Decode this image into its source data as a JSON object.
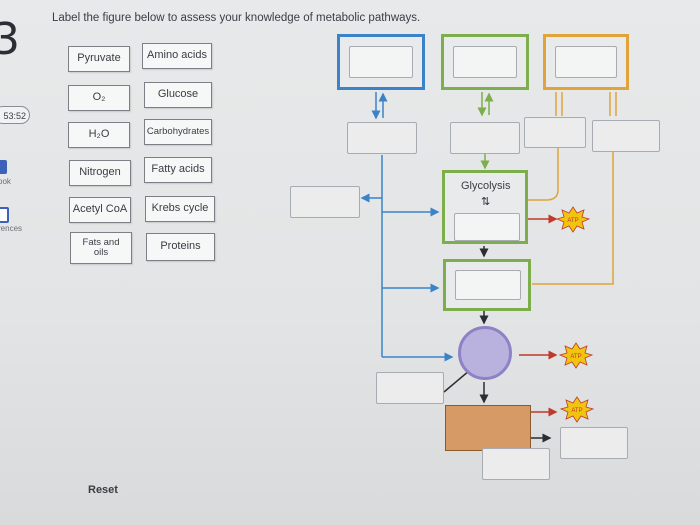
{
  "question": {
    "number": "3",
    "timer": "53:52"
  },
  "sidebar": {
    "book_label": "ook",
    "references_label": "rences"
  },
  "instructions": "Label the figure below to assess your knowledge of metabolic pathways.",
  "labels": [
    {
      "id": "pyruvate",
      "text": "Pyruvate"
    },
    {
      "id": "amino-acids",
      "text": "Amino acids"
    },
    {
      "id": "o2",
      "text": "O₂"
    },
    {
      "id": "glucose",
      "text": "Glucose"
    },
    {
      "id": "h2o",
      "text": "H₂O"
    },
    {
      "id": "carbohydrates",
      "text": "Carbohydrates"
    },
    {
      "id": "nitrogen",
      "text": "Nitrogen"
    },
    {
      "id": "fatty-acids",
      "text": "Fatty acids"
    },
    {
      "id": "acetyl-coa",
      "text": "Acetyl CoA"
    },
    {
      "id": "krebs-cycle",
      "text": "Krebs cycle"
    },
    {
      "id": "fats-and-oils",
      "text": "Fats and oils"
    },
    {
      "id": "proteins",
      "text": "Proteins"
    }
  ],
  "diagram": {
    "glycolysis_label": "Glycolysis",
    "atp_label": "ATP",
    "colors": {
      "blue": "#3b83c9",
      "green": "#7cae4c",
      "orange": "#e0a43a",
      "red": "#c0392b",
      "purple": "#8e82c4",
      "brown": "#d59a66"
    }
  },
  "reset_label": "Reset"
}
